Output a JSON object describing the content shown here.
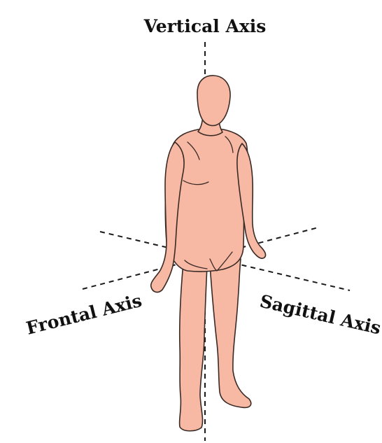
{
  "labels": {
    "vertical_axis": "Vertical Axis",
    "frontal_axis": "Frontal Axis",
    "sagittal_axis": "Sagittal Axis"
  },
  "colors": {
    "skin": "#f7b8a4",
    "outline": "#3a2a25",
    "axis_line": "#1a1a1a",
    "label_text": "#111111",
    "background": "#ffffff"
  }
}
